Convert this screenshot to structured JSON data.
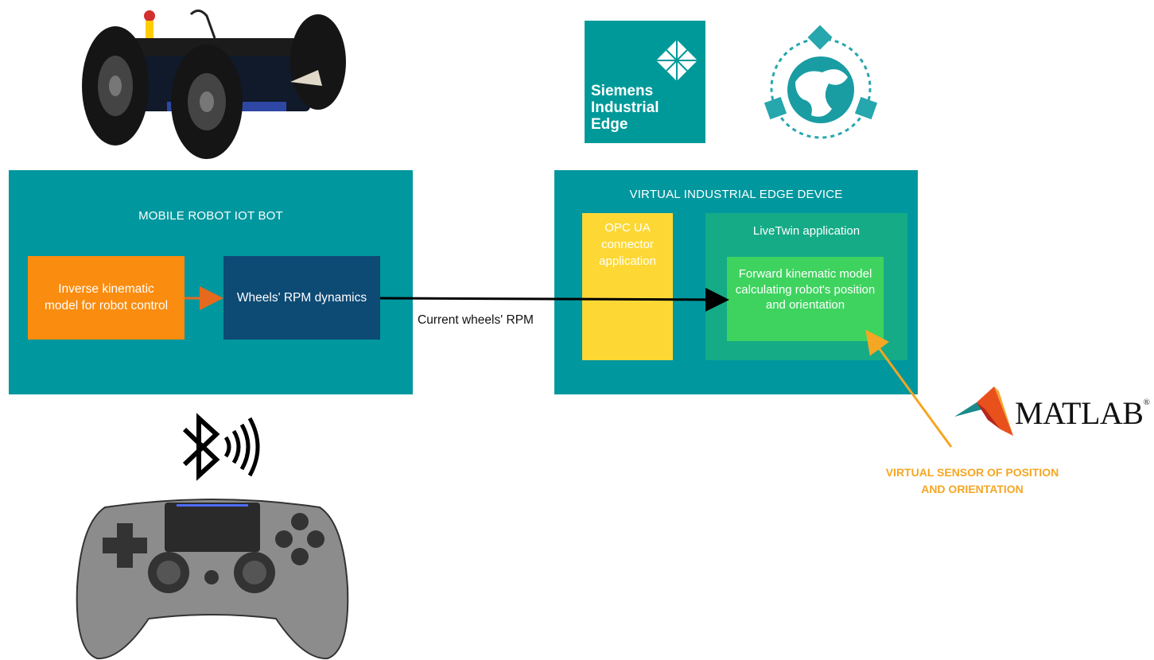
{
  "robot_panel": {
    "title": "MOBILE ROBOT IOT BOT",
    "inverse_kinematic": "Inverse kinematic model for robot control",
    "wheels_dynamics": "Wheels' RPM dynamics"
  },
  "edge_panel": {
    "title": "VIRTUAL INDUSTRIAL EDGE DEVICE",
    "opc_ua": "OPC UA connector application",
    "livetwin": "LiveTwin application",
    "forward_kinematic": "Forward kinematic model calculating robot's position and orientation"
  },
  "connection_label": "Current wheels' RPM",
  "siemens_logo": {
    "line1": "Siemens",
    "line2": "Industrial",
    "line3": "Edge"
  },
  "matlab_logo": {
    "text": "MATLAB",
    "reg": "®"
  },
  "sensor_annotation": {
    "line1": "VIRTUAL SENSOR OF POSITION",
    "line2": "AND ORIENTATION"
  },
  "icons": [
    "robot-image",
    "siemens-industrial-edge-logo",
    "livetwin-globe-icon",
    "matlab-logo-icon",
    "bluetooth-icon",
    "gamepad-image"
  ],
  "colors": {
    "panel": "#00979e",
    "inverse_kinematic": "#fa8c0f",
    "wheels": "#0d4a74",
    "opc": "#fdd835",
    "livetwin": "#15ab86",
    "forward_kinematic": "#3ed35f",
    "sensor_arrow": "#f5a623",
    "siemens": "#009999"
  }
}
